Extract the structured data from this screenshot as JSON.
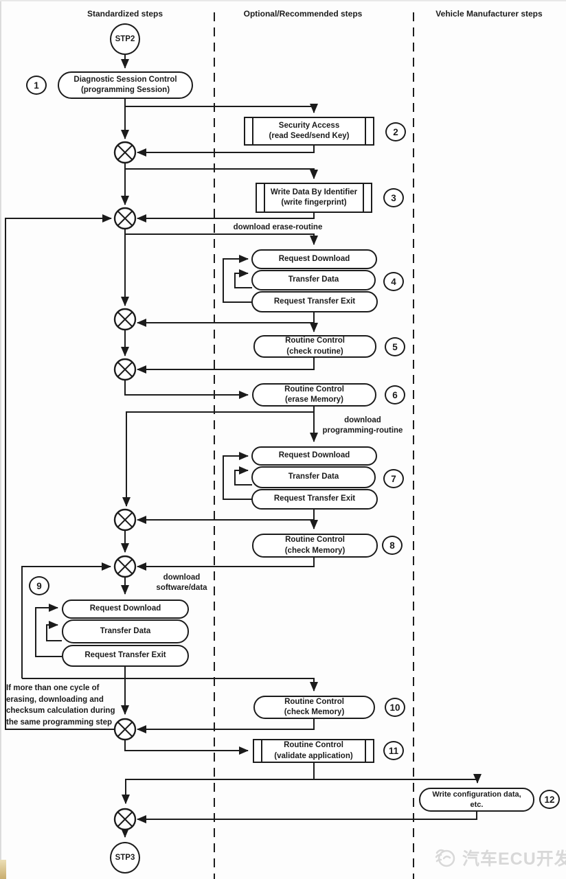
{
  "columns": {
    "c1": "Standardized steps",
    "c2": "Optional/Recommended steps",
    "c3": "Vehicle Manufacturer steps"
  },
  "terminals": {
    "start": "STP2",
    "end": "STP3"
  },
  "steps": {
    "s1": {
      "num": "1",
      "l1": "Diagnostic Session Control",
      "l2": "(programming Session)"
    },
    "s2": {
      "num": "2",
      "l1": "Security Access",
      "l2": "(read Seed/send Key)"
    },
    "s3": {
      "num": "3",
      "l1": "Write Data By Identifier",
      "l2": "(write fingerprint)"
    },
    "s4": {
      "num": "4",
      "items": [
        "Request Download",
        "Transfer Data",
        "Request Transfer Exit"
      ]
    },
    "s5": {
      "num": "5",
      "l1": "Routine Control",
      "l2": "(check routine)"
    },
    "s6": {
      "num": "6",
      "l1": "Routine Control",
      "l2": "(erase Memory)"
    },
    "s7": {
      "num": "7",
      "items": [
        "Request Download",
        "Transfer Data",
        "Request Transfer Exit"
      ]
    },
    "s8": {
      "num": "8",
      "l1": "Routine Control",
      "l2": "(check Memory)"
    },
    "s9": {
      "num": "9",
      "items": [
        "Request Download",
        "Transfer Data",
        "Request Transfer Exit"
      ]
    },
    "s10": {
      "num": "10",
      "l1": "Routine Control",
      "l2": "(check Memory)"
    },
    "s11": {
      "num": "11",
      "l1": "Routine Control",
      "l2": "(validate application)"
    },
    "s12": {
      "num": "12",
      "l1": "Write configuration data,",
      "l2": "etc."
    }
  },
  "flow_labels": {
    "erase_routine": "download erase-routine",
    "prog_routine_l1": "download",
    "prog_routine_l2": "programming-routine",
    "sw_data_l1": "download",
    "sw_data_l2": "software/data"
  },
  "note": {
    "l1": "If more than one cycle of",
    "l2": "erasing, downloading and",
    "l3": "checksum calculation during",
    "l4": "the same programming step"
  },
  "watermark": {
    "text": "汽车ECU开发"
  },
  "colors": {
    "line": "#1b1b1b",
    "watermark": "#d8d8d8"
  }
}
